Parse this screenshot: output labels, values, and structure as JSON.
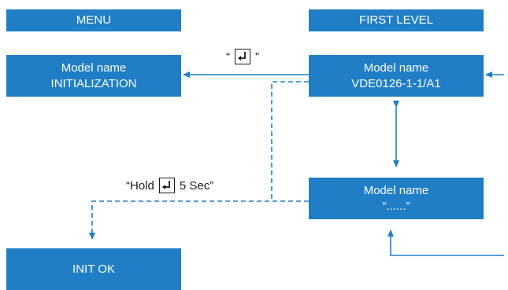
{
  "headers": {
    "menu": "MENU",
    "first_level": "FIRST LEVEL"
  },
  "boxes": {
    "model_init": {
      "line1": "Model name",
      "line2": "INITIALIZATION"
    },
    "model_vde": {
      "line1": "Model name",
      "line2": "VDE0126-1-1/A1"
    },
    "model_dots": {
      "line1": "Model name",
      "line2": "“......”"
    },
    "init_ok": {
      "line1": "INIT OK"
    }
  },
  "labels": {
    "enter_open": "“",
    "enter_close": "”",
    "hold_prefix": "“Hold",
    "hold_suffix": "5 Sec”"
  },
  "icons": {
    "enter_key": "enter-key-icon"
  },
  "colors": {
    "box_fill": "#1f7ec6",
    "box_text": "#ffffff",
    "connector": "#1f7ec6"
  }
}
